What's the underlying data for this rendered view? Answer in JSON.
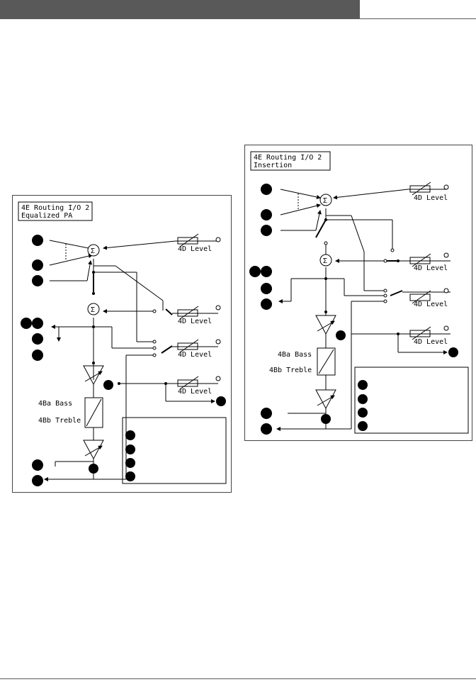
{
  "header": {
    "bar_color": "#595959"
  },
  "panels": [
    {
      "title_line1": "4E Routing I/O 2",
      "title_line2": "Equalized PA",
      "level_labels": [
        "4D Level",
        "4D Level",
        "4D Level",
        "4D Level"
      ],
      "bass_label": "4Ba Bass",
      "treble_label": "4Bb Treble"
    },
    {
      "title_line1": "4E Routing I/O 2",
      "title_line2": "Insertion",
      "level_labels": [
        "4D Level",
        "4D Level",
        "4D Level",
        "4D Level"
      ],
      "bass_label": "4Ba Bass",
      "treble_label": "4Bb Treble"
    }
  ]
}
